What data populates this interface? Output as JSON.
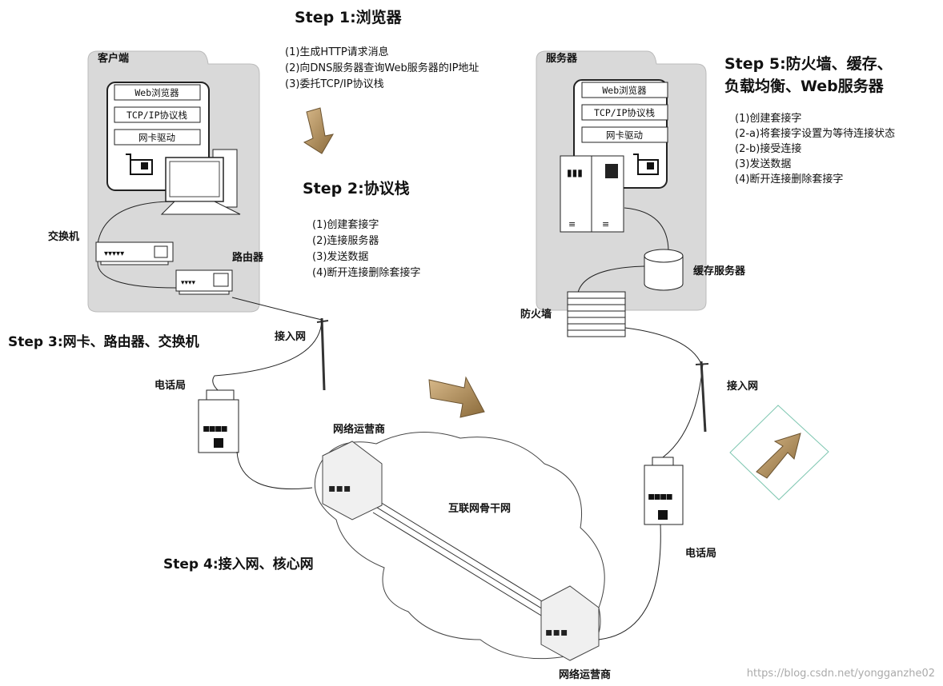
{
  "steps": {
    "step1": {
      "title": "Step 1:浏览器",
      "items": [
        "(1)生成HTTP请求消息",
        "(2)向DNS服务器查询Web服务器的IP地址",
        "(3)委托TCP/IP协议栈"
      ]
    },
    "step2": {
      "title": "Step 2:协议栈",
      "items": [
        "(1)创建套接字",
        "(2)连接服务器",
        "(3)发送数据",
        "(4)断开连接删除套接字"
      ]
    },
    "step3": {
      "title": "Step 3:网卡、路由器、交换机"
    },
    "step4": {
      "title": "Step 4:接入网、核心网"
    },
    "step5": {
      "title_line1": "Step 5:防火墙、缓存、",
      "title_line2": "负载均衡、Web服务器",
      "items": [
        "(1)创建套接字",
        "(2-a)将套接字设置为等待连接状态",
        "(2-b)接受连接",
        "(3)发送数据",
        "(4)断开连接删除套接字"
      ]
    }
  },
  "client": {
    "title": "客户端",
    "layers": [
      "Web浏览器",
      "TCP/IP协议栈",
      "网卡驱动"
    ],
    "switch": "交换机",
    "router": "路由器"
  },
  "server": {
    "title": "服务器",
    "layers": [
      "Web浏览器",
      "TCP/IP协议栈",
      "网卡驱动"
    ],
    "cache": "缓存服务器",
    "firewall": "防火墙"
  },
  "network": {
    "access_left": "接入网",
    "access_right": "接入网",
    "phone_left": "电话局",
    "phone_right": "电话局",
    "isp_top": "网络运营商",
    "isp_bottom": "网络运营商",
    "backbone": "互联网骨干网"
  },
  "watermark": "https://blog.csdn.net/yongganzhe02"
}
